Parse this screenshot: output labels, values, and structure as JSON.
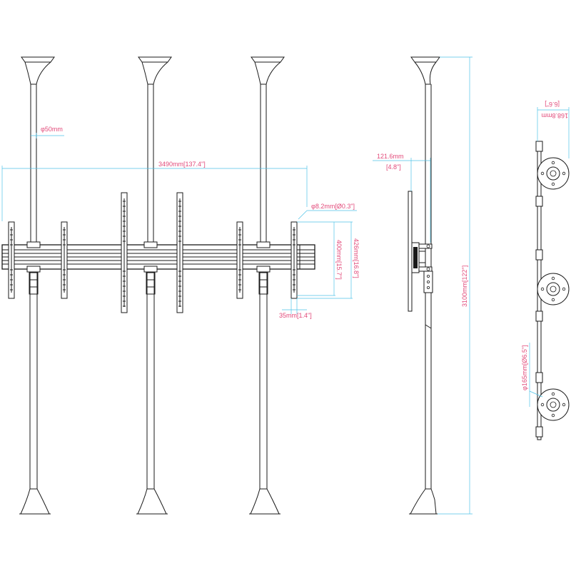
{
  "dimensions": {
    "pole_diameter": "φ50mm",
    "overall_width": "3490mm[137.4\"]",
    "hole_diameter": "φ8.2mm[Ø0.3\"]",
    "vesa_400": "400mm[15.7\"]",
    "bracket_426": "426mm[16.8\"]",
    "bracket_width": "35mm[1.4\"]",
    "offset_mm": "121.6mm",
    "offset_in": "[4.8\"]",
    "height": "3100mm[122\"]",
    "top_view_mm": "168.8mm",
    "top_view_in": "[6.6\"]",
    "base_diameter": "φ165mm[Ø6.5\"]"
  },
  "colors": {
    "line": "#1a1a1a",
    "dimension_line": "#4fc3e8",
    "dimension_text": "#e24a7a"
  }
}
